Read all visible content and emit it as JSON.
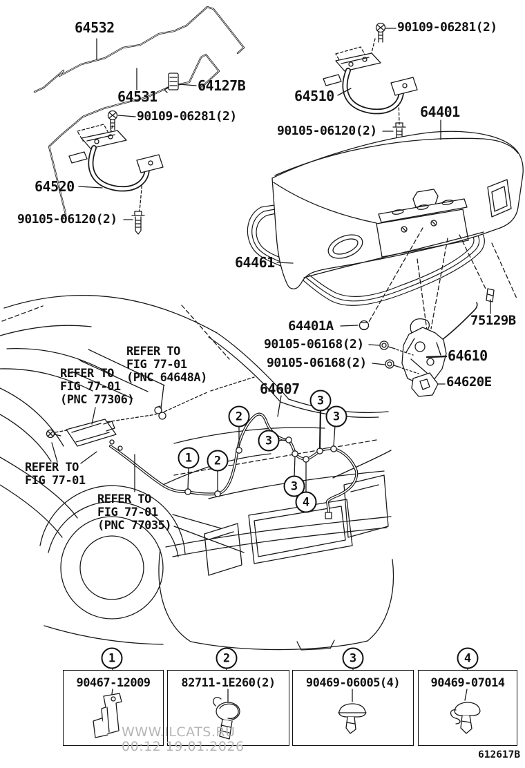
{
  "figure": {
    "code": "612617B"
  },
  "watermark": {
    "line1": "WWW.ILCATS.RU",
    "line2": "00:12 19.01.2026"
  },
  "labels": {
    "l64532": "64532",
    "l64531": "64531",
    "l64127B": "64127B",
    "l90109": "90109-06281(2)",
    "l64520": "64520",
    "l90105_06120": "90105-06120(2)",
    "l64510": "64510",
    "l64401": "64401",
    "l64461": "64461",
    "l64401A": "64401A",
    "l75129B": "75129B",
    "l90105_06168": "90105-06168(2)",
    "l64610": "64610",
    "l64620E": "64620E",
    "l64607": "64607"
  },
  "notes": {
    "n1": {
      "l1": "REFER TO",
      "l2": "FIG 77-01",
      "l3": "(PNC 64648A)"
    },
    "n2": {
      "l1": "REFER TO",
      "l2": "FIG 77-01",
      "l3": "(PNC 77306)"
    },
    "n3": {
      "l1": "REFER TO",
      "l2": "FIG 77-01"
    },
    "n4": {
      "l1": "REFER TO",
      "l2": "FIG 77-01",
      "l3": "(PNC 77035)"
    }
  },
  "callouts": {
    "c1": "1",
    "c2": "2",
    "c3": "3",
    "c4": "4"
  },
  "legend": {
    "item1": {
      "num": "1",
      "part": "90467-12009"
    },
    "item2": {
      "num": "2",
      "part": "82711-1E260(2)"
    },
    "item3": {
      "num": "3",
      "part": "90469-06005(4)"
    },
    "item4": {
      "num": "4",
      "part": "90469-07014"
    }
  }
}
